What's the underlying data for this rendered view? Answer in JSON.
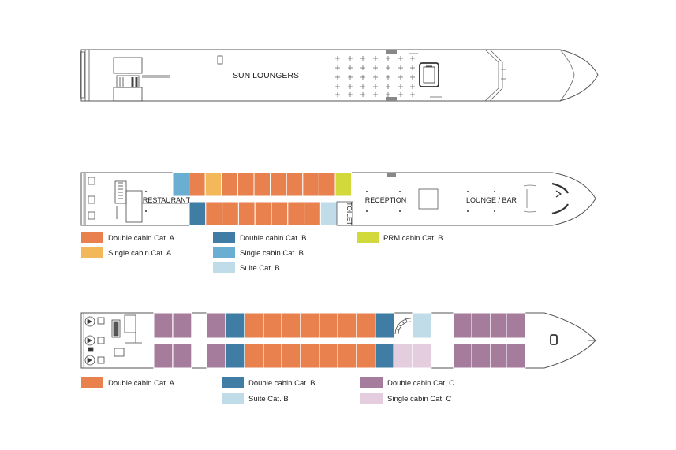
{
  "colors": {
    "double_a": "#E8814E",
    "single_a": "#F2B85A",
    "double_b": "#3F7DA5",
    "single_b": "#6AAFD2",
    "suite_b": "#BFDCE8",
    "prm_b": "#D2D93A",
    "double_c": "#A67C9C",
    "single_c": "#E3CDDF",
    "outline": "#555555"
  },
  "sun_deck": {
    "area_label": "SUN LOUNGERS"
  },
  "middle_deck": {
    "restaurant_label": "RESTAURANT",
    "reception_label": "RECEPTION",
    "lounge_label": "LOUNGE / BAR",
    "toilet_label": "TOILET",
    "legend": [
      {
        "label": "Double cabin Cat. A",
        "color": "#E8814E"
      },
      {
        "label": "Single cabin Cat. A",
        "color": "#F2B85A"
      },
      {
        "label": "Double cabin Cat. B",
        "color": "#3F7DA5"
      },
      {
        "label": "Single cabin Cat. B",
        "color": "#6AAFD2"
      },
      {
        "label": "Suite Cat. B",
        "color": "#BFDCE8"
      },
      {
        "label": "PRM cabin Cat. B",
        "color": "#D2D93A"
      }
    ]
  },
  "lower_deck": {
    "legend": [
      {
        "label": "Double cabin Cat. A",
        "color": "#E8814E"
      },
      {
        "label": "Suite Cat. B",
        "color": "#BFDCE8"
      },
      {
        "label": "Double cabin Cat. B",
        "color": "#3F7DA5"
      },
      {
        "label": "Double cabin Cat. C",
        "color": "#A67C9C"
      },
      {
        "label": "Single cabin Cat. C",
        "color": "#E3CDDF"
      }
    ]
  }
}
